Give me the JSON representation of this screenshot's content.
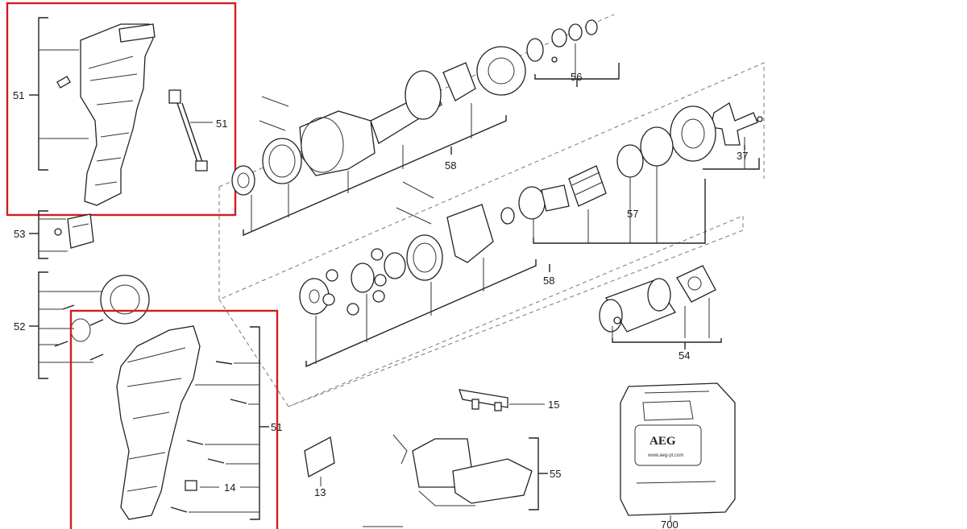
{
  "diagram": {
    "brand": "AEG",
    "case_url": "www.aeg-pt.com",
    "part_labels": {
      "housing_top_bracket": "51",
      "housing_top_connector": "51",
      "housing_bottom_bracket": "51",
      "nameplate": "14",
      "label_sticker": "13",
      "switch_bracket": "15",
      "electronics": "55",
      "belt_clip": "53",
      "front_cap_bracket": "52",
      "motor": "54",
      "gearbox_upper": "58",
      "gearbox_lower": "58",
      "bushings": "56",
      "impact_mechanism": "57",
      "anvil": "37",
      "carry_case": "700"
    },
    "highlight_color": "#d11c24"
  }
}
